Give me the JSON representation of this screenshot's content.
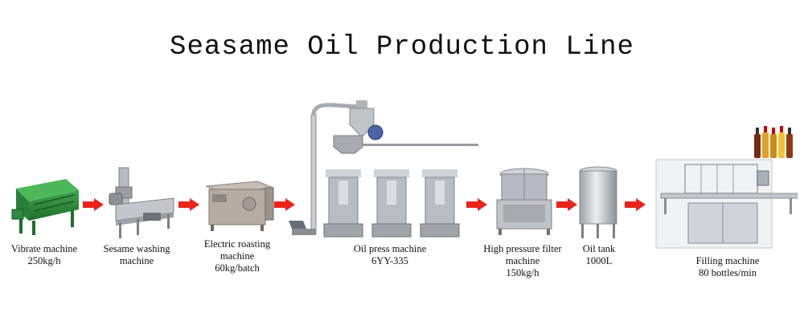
{
  "title": "Seasame Oil Production Line",
  "steps": [
    {
      "lines": [
        "Vibrate machine",
        "250kg/h"
      ]
    },
    {
      "lines": [
        "Sesame washing",
        "machine"
      ]
    },
    {
      "lines": [
        "Electric roasting",
        "machine",
        "60kg/batch"
      ]
    },
    {
      "lines": [
        "Oil press machine",
        "6YY-335"
      ]
    },
    {
      "lines": [
        "High pressure filter",
        "machine",
        "150kg/h"
      ]
    },
    {
      "lines": [
        "Oil tank",
        "1000L"
      ]
    },
    {
      "lines": [
        "Filling machine",
        "80 bottles/min"
      ]
    }
  ],
  "colors": {
    "arrow": "#e8241c",
    "machine_green": "#2e8b3e",
    "steel": "#a9acb0"
  },
  "icons": [
    "vibrate-machine-icon",
    "washing-machine-icon",
    "roasting-machine-icon",
    "oil-press-machine-icon",
    "filter-machine-icon",
    "oil-tank-icon",
    "filling-machine-icon"
  ]
}
